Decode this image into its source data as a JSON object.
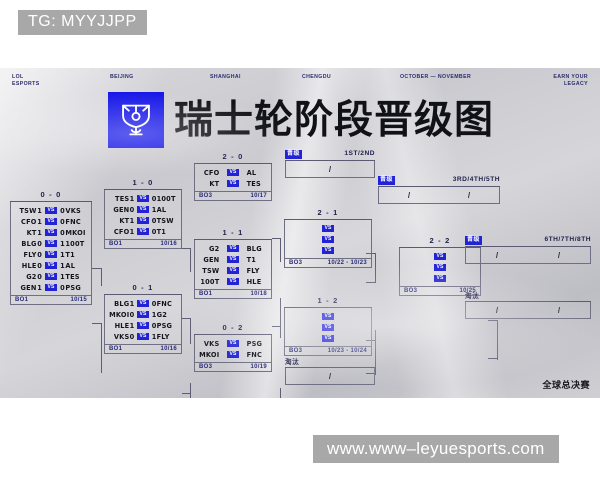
{
  "watermarks": {
    "top_tag": "TG: MYYJJPP",
    "bottom_url": "www.www–leyuesports.com"
  },
  "header": {
    "brand": "LOL\nESPORTS",
    "cities": [
      "BEIJING",
      "SHANGHAI",
      "CHENGDU"
    ],
    "dates": "OCTOBER — NOVEMBER",
    "slogan": "EARN YOUR\nLEGACY",
    "title": "瑞士轮阶段晋级图",
    "logo_icon": "worlds-cup-icon",
    "worlds_mark": "全球总决赛"
  },
  "labels": {
    "advance": "晋级",
    "eliminate": "淘汰",
    "placeholder": "/",
    "vs": "VS"
  },
  "rounds": [
    {
      "id": "r0-0",
      "title": "0 - 0",
      "format": "BO1",
      "date": "10/15",
      "matches": [
        {
          "left": "TSW",
          "ls": "1",
          "rs": "0",
          "right": "VKS"
        },
        {
          "left": "CFO",
          "ls": "1",
          "rs": "0",
          "right": "FNC"
        },
        {
          "left": "KT",
          "ls": "1",
          "rs": "0",
          "right": "MKOI"
        },
        {
          "left": "BLG",
          "ls": "0",
          "rs": "1",
          "right": "100T"
        },
        {
          "left": "FLY",
          "ls": "0",
          "rs": "1",
          "right": "T1"
        },
        {
          "left": "HLE",
          "ls": "0",
          "rs": "1",
          "right": "AL"
        },
        {
          "left": "G2",
          "ls": "0",
          "rs": "1",
          "right": "TES"
        },
        {
          "left": "GEN",
          "ls": "1",
          "rs": "0",
          "right": "PSG"
        }
      ]
    },
    {
      "id": "r1-0",
      "title": "1 - 0",
      "format": "BO1",
      "date": "10/16",
      "matches": [
        {
          "left": "TES",
          "ls": "1",
          "rs": "0",
          "right": "100T"
        },
        {
          "left": "GEN",
          "ls": "0",
          "rs": "1",
          "right": "AL"
        },
        {
          "left": "KT",
          "ls": "1",
          "rs": "0",
          "right": "TSW"
        },
        {
          "left": "CFO",
          "ls": "1",
          "rs": "0",
          "right": "T1"
        }
      ]
    },
    {
      "id": "r0-1",
      "title": "0 - 1",
      "format": "BO1",
      "date": "10/16",
      "matches": [
        {
          "left": "BLG",
          "ls": "1",
          "rs": "0",
          "right": "FNC"
        },
        {
          "left": "MKOI",
          "ls": "0",
          "rs": "1",
          "right": "G2"
        },
        {
          "left": "HLE",
          "ls": "1",
          "rs": "0",
          "right": "PSG"
        },
        {
          "left": "VKS",
          "ls": "0",
          "rs": "1",
          "right": "FLY"
        }
      ]
    },
    {
      "id": "r2-0",
      "title": "2 - 0",
      "format": "BO3",
      "date": "10/17",
      "matches": [
        {
          "left": "CFO",
          "ls": "",
          "rs": "",
          "right": "AL"
        },
        {
          "left": "KT",
          "ls": "",
          "rs": "",
          "right": "TES"
        }
      ]
    },
    {
      "id": "r1-1",
      "title": "1 - 1",
      "format": "BO1",
      "date": "10/18",
      "matches": [
        {
          "left": "G2",
          "ls": "",
          "rs": "",
          "right": "BLG"
        },
        {
          "left": "GEN",
          "ls": "",
          "rs": "",
          "right": "T1"
        },
        {
          "left": "TSW",
          "ls": "",
          "rs": "",
          "right": "FLY"
        },
        {
          "left": "100T",
          "ls": "",
          "rs": "",
          "right": "HLE"
        }
      ]
    },
    {
      "id": "r0-2",
      "title": "0 - 2",
      "format": "BO3",
      "date": "10/19",
      "matches": [
        {
          "left": "VKS",
          "ls": "",
          "rs": "",
          "right": "PSG"
        },
        {
          "left": "MKOI",
          "ls": "",
          "rs": "",
          "right": "FNC"
        }
      ]
    },
    {
      "id": "r2-1",
      "title": "2 - 1",
      "format": "BO3",
      "date": "10/22 - 10/23",
      "matches": [
        {
          "left": "",
          "ls": "",
          "rs": "",
          "right": ""
        },
        {
          "left": "",
          "ls": "",
          "rs": "",
          "right": ""
        },
        {
          "left": "",
          "ls": "",
          "rs": "",
          "right": ""
        }
      ]
    },
    {
      "id": "r1-2",
      "title": "1 - 2",
      "format": "BO3",
      "date": "10/23 - 10/24",
      "matches": [
        {
          "left": "",
          "ls": "",
          "rs": "",
          "right": ""
        },
        {
          "left": "",
          "ls": "",
          "rs": "",
          "right": ""
        },
        {
          "left": "",
          "ls": "",
          "rs": "",
          "right": ""
        }
      ]
    },
    {
      "id": "r2-2",
      "title": "2 - 2",
      "format": "BO3",
      "date": "10/25",
      "matches": [
        {
          "left": "",
          "ls": "",
          "rs": "",
          "right": ""
        },
        {
          "left": "",
          "ls": "",
          "rs": "",
          "right": ""
        },
        {
          "left": "",
          "ls": "",
          "rs": "",
          "right": ""
        }
      ]
    }
  ],
  "results": [
    {
      "id": "res-1st2nd",
      "tag": "晋级",
      "rank": "1ST/2ND",
      "cells": [
        "/"
      ]
    },
    {
      "id": "res-3rd4th5th",
      "tag": "晋级",
      "rank": "3RD/4TH/5TH",
      "cells": [
        "/",
        "/"
      ]
    },
    {
      "id": "res-6th7th8th",
      "tag": "晋级",
      "rank": "6TH/7TH/8TH",
      "cells": [
        "/",
        "/"
      ]
    },
    {
      "id": "elim-a",
      "tag": "淘汰",
      "rank": "",
      "cells": [
        "/"
      ]
    },
    {
      "id": "elim-b",
      "tag": "淘汰",
      "rank": "",
      "cells": [
        "/",
        "/"
      ]
    }
  ]
}
